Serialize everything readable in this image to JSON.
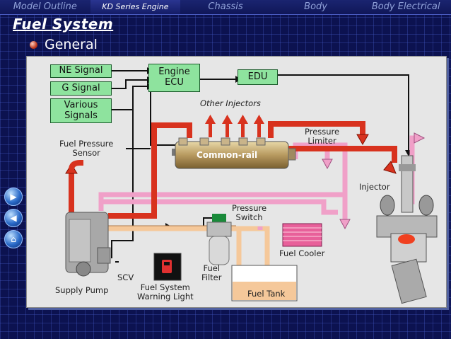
{
  "nav": {
    "tabs": [
      {
        "label": "Model Outline"
      },
      {
        "label": "KD Series Engine"
      },
      {
        "label": "Chassis"
      },
      {
        "label": "Body"
      },
      {
        "label": "Body Electrical"
      }
    ]
  },
  "page": {
    "title": "Fuel System",
    "bullet": "General"
  },
  "diagram": {
    "inputs": {
      "ne_signal": "NE Signal",
      "g_signal": "G Signal",
      "various_signals_line1": "Various",
      "various_signals_line2": "Signals"
    },
    "engine_ecu_line1": "Engine",
    "engine_ecu_line2": "ECU",
    "edu": "EDU",
    "other_injectors": "Other Injectors",
    "common_rail": "Common-rail",
    "fuel_pressure_sensor_line1": "Fuel Pressure",
    "fuel_pressure_sensor_line2": "Sensor",
    "pressure_limiter_line1": "Pressure",
    "pressure_limiter_line2": "Limiter",
    "injector": "Injector",
    "pressure_switch_line1": "Pressure",
    "pressure_switch_line2": "Switch",
    "fuel_cooler": "Fuel Cooler",
    "fuel_filter_line1": "Fuel",
    "fuel_filter_line2": "Filter",
    "fuel_tank": "Fuel Tank",
    "scv": "SCV",
    "supply_pump": "Supply Pump",
    "warning_light_line1": "Fuel System",
    "warning_light_line2": "Warning Light"
  },
  "colors": {
    "high_pressure": "#d8321e",
    "return": "#f0a0c8",
    "low_pressure": "#f5c89a"
  }
}
